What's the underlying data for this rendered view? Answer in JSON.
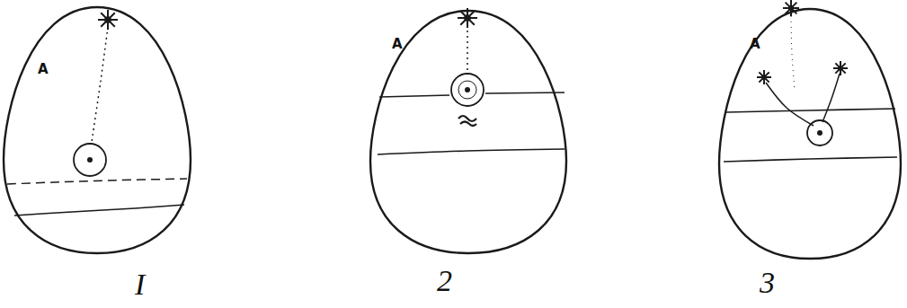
{
  "diagram": {
    "nodes": [
      {
        "text": [
          "A"
        ]
      },
      {
        "text": [
          "A"
        ]
      },
      {
        "text": [
          "A"
        ]
      }
    ],
    "labels": [
      "I",
      "2",
      "3"
    ]
  }
}
